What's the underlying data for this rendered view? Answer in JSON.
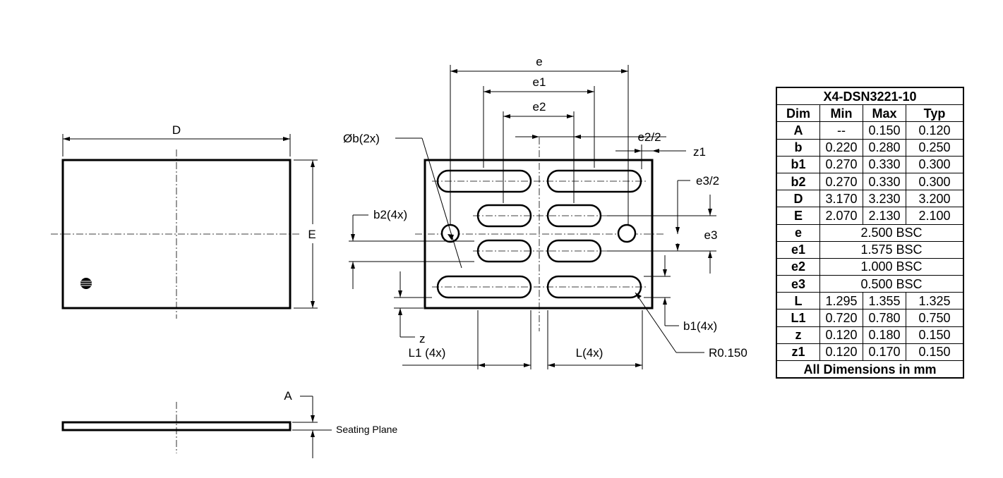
{
  "labels": {
    "D": "D",
    "E": "E",
    "A": "A",
    "seating_plane": "Seating Plane",
    "e": "e",
    "e1": "e1",
    "e2": "e2",
    "e2_half": "e2/2",
    "z1": "z1",
    "phi_b": "Øb(2x)",
    "e3_half": "e3/2",
    "b2": "b2(4x)",
    "e3": "e3",
    "z": "z",
    "b1": "b1(4x)",
    "L1": "L1 (4x)",
    "L": "L(4x)",
    "R": "R0.150"
  },
  "table": {
    "title": "X4-DSN3221-10",
    "headers": [
      "Dim",
      "Min",
      "Max",
      "Typ"
    ],
    "rows": [
      {
        "dim": "A",
        "min": "--",
        "max": "0.150",
        "typ": "0.120"
      },
      {
        "dim": "b",
        "min": "0.220",
        "max": "0.280",
        "typ": "0.250"
      },
      {
        "dim": "b1",
        "min": "0.270",
        "max": "0.330",
        "typ": "0.300"
      },
      {
        "dim": "b2",
        "min": "0.270",
        "max": "0.330",
        "typ": "0.300"
      },
      {
        "dim": "D",
        "min": "3.170",
        "max": "3.230",
        "typ": "3.200"
      },
      {
        "dim": "E",
        "min": "2.070",
        "max": "2.130",
        "typ": "2.100"
      }
    ],
    "bsc_rows": [
      {
        "dim": "e",
        "value": "2.500 BSC"
      },
      {
        "dim": "e1",
        "value": "1.575 BSC"
      },
      {
        "dim": "e2",
        "value": "1.000 BSC"
      },
      {
        "dim": "e3",
        "value": "0.500 BSC"
      }
    ],
    "rows2": [
      {
        "dim": "L",
        "min": "1.295",
        "max": "1.355",
        "typ": "1.325"
      },
      {
        "dim": "L1",
        "min": "0.720",
        "max": "0.780",
        "typ": "0.750"
      },
      {
        "dim": "z",
        "min": "0.120",
        "max": "0.180",
        "typ": "0.150"
      },
      {
        "dim": "z1",
        "min": "0.120",
        "max": "0.170",
        "typ": "0.150"
      }
    ],
    "footer": "All Dimensions in mm"
  }
}
